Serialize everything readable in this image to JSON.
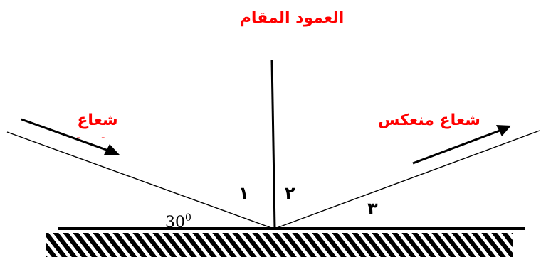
{
  "labels": {
    "normal": "العمود المقام",
    "incident": "شعاع",
    "incident_partial": "ساقط",
    "reflected": "شعاع منعكس",
    "angle_value": "30",
    "angle_unit": "0",
    "angle_1": "١",
    "angle_2": "٢",
    "angle_3": "٣"
  },
  "colors": {
    "label": "#ff0000",
    "lines": "#000000",
    "hatch": "#000000"
  },
  "angles": {
    "incident_with_surface_deg": 30
  }
}
